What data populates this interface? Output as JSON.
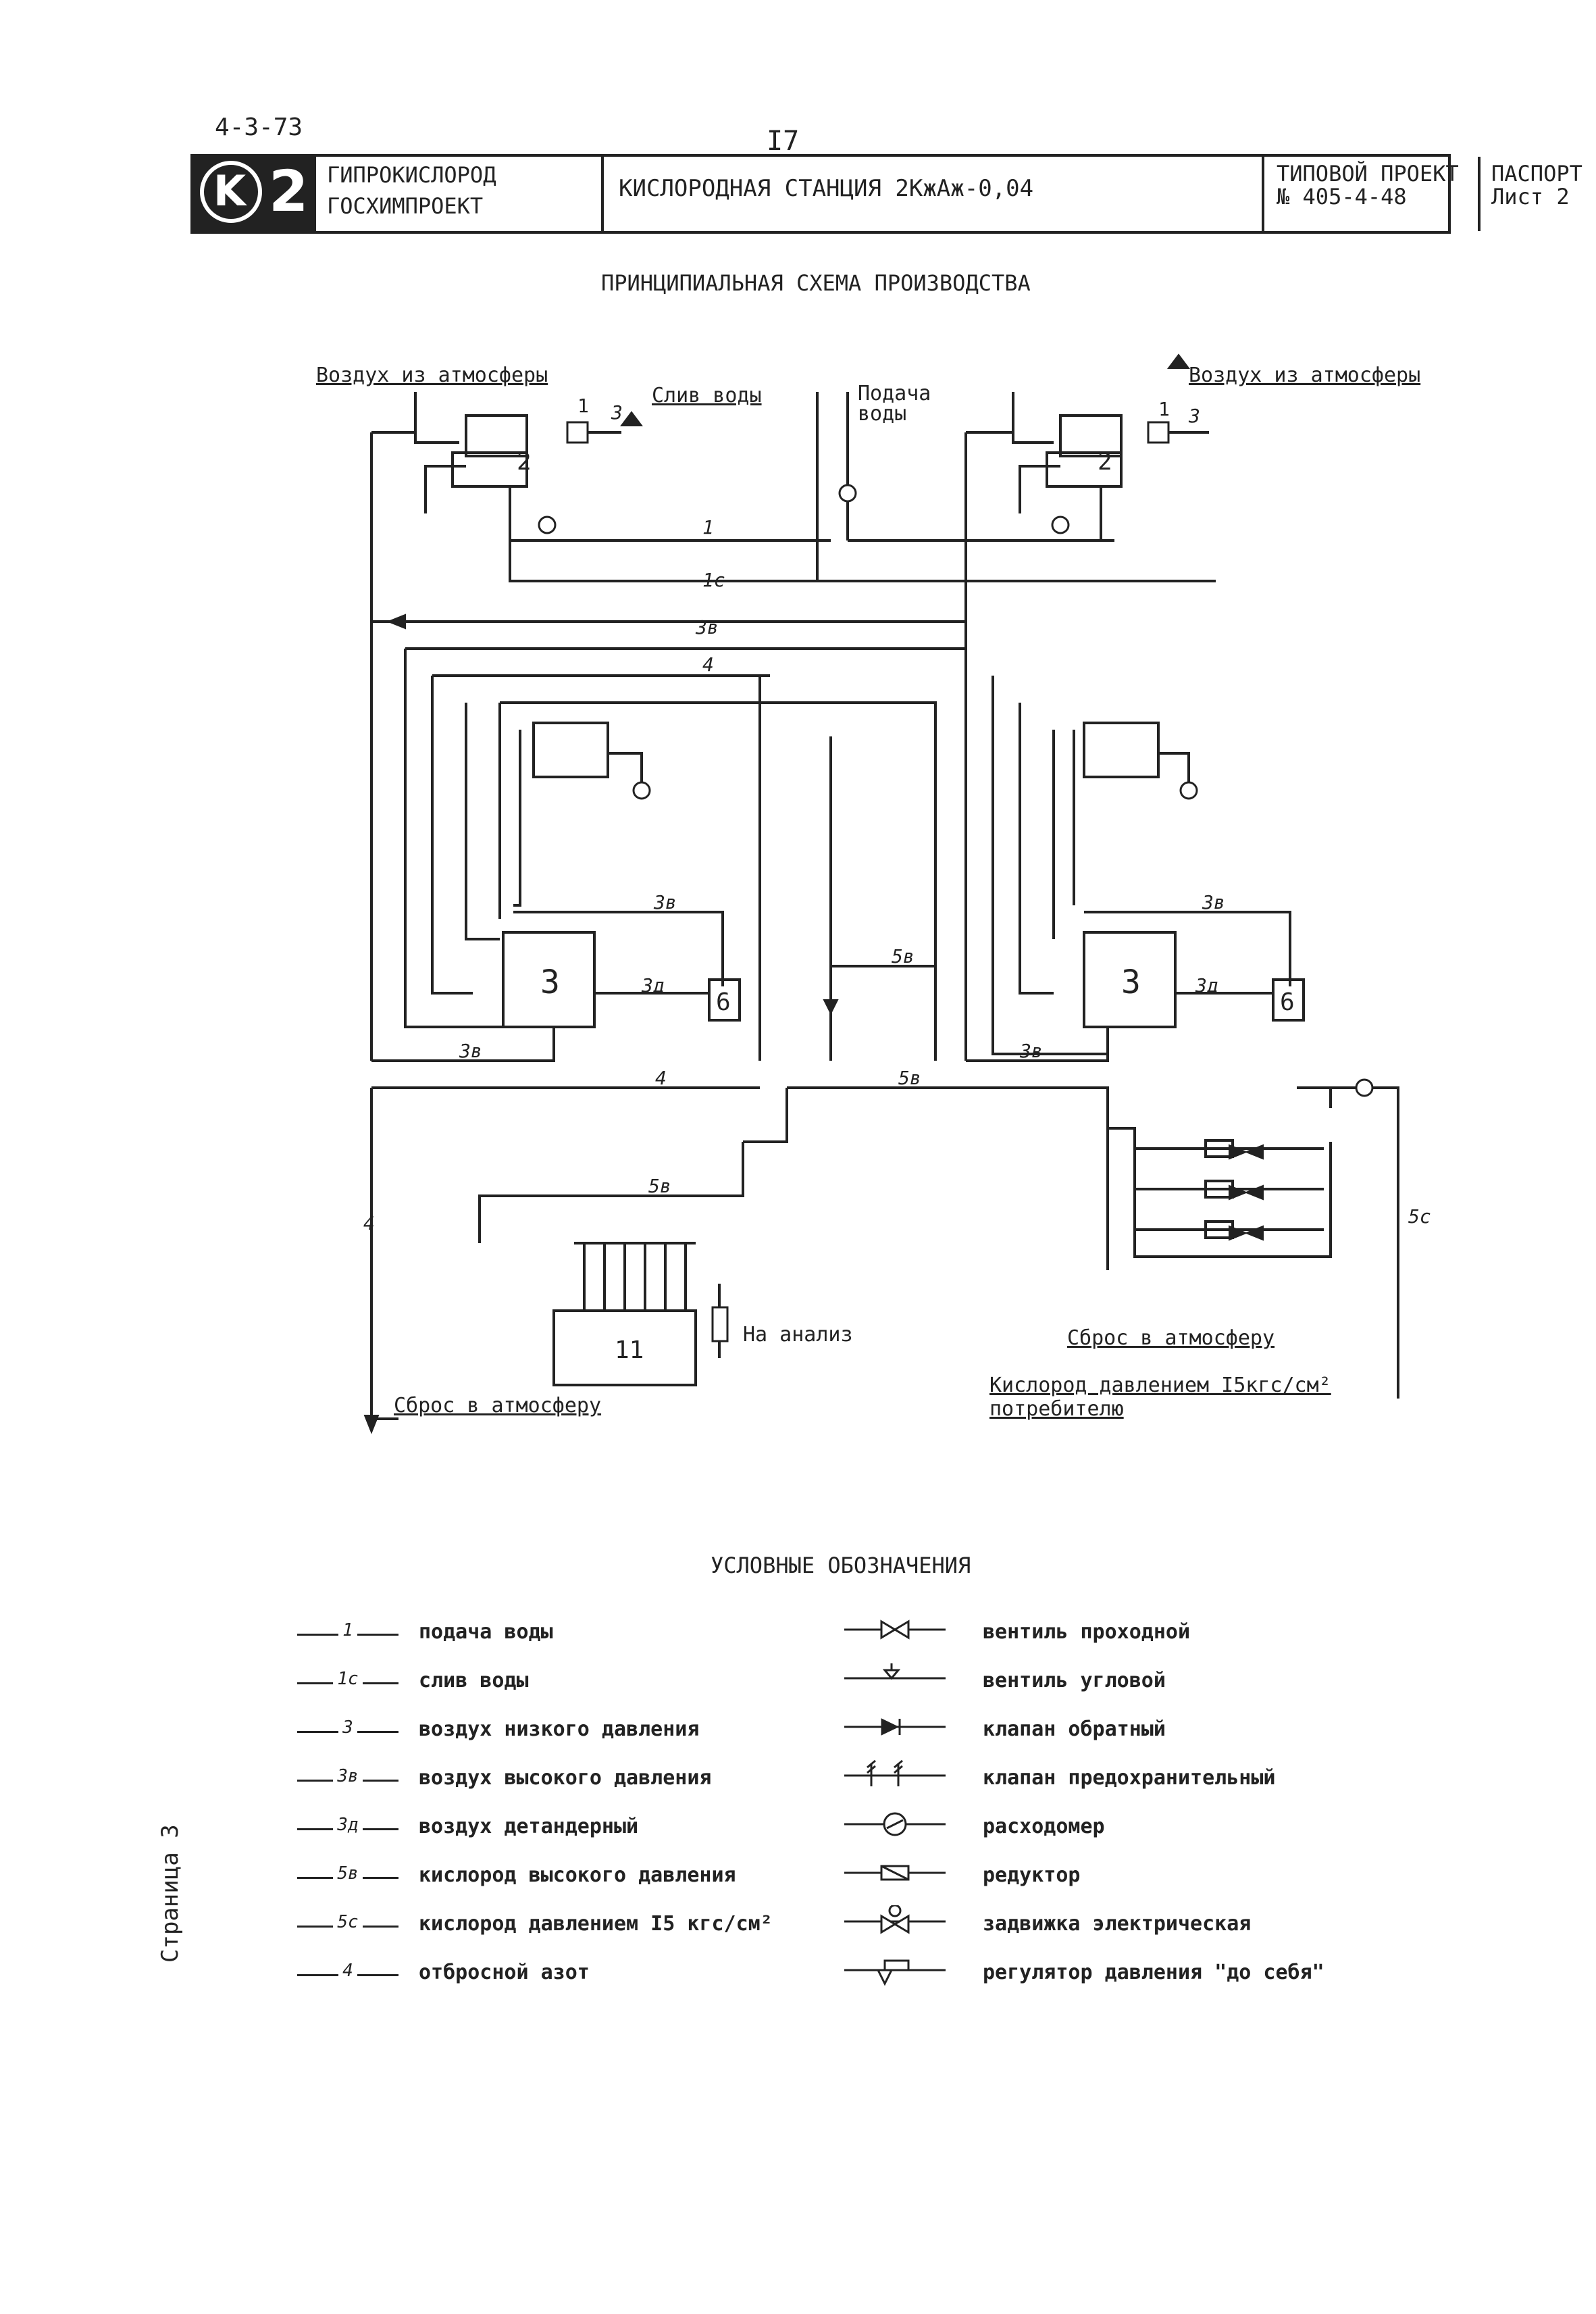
{
  "header": {
    "doc_code": "4-3-73",
    "page_number": "I7",
    "logo_digit": "2",
    "org_line1": "ГИПРОКИСЛОРОД",
    "org_line2": "ГОСХИМПРОЕКТ",
    "project_title": "КИСЛОРОДНАЯ СТАНЦИЯ 2КжАж-0,04",
    "typical_line1": "ТИПОВОЙ ПРОЕКТ",
    "typical_line2": "№ 405-4-48",
    "passport_line1": "ПАСПОРТ",
    "passport_line2": "Лист 2"
  },
  "scheme": {
    "title": "ПРИНЦИПИАЛЬНАЯ СХЕМА ПРОИЗВОДСТВА",
    "air_left": "Воздух из атмосферы",
    "air_right": "Воздух из атмосферы",
    "water_drain": "Слив воды",
    "water_supply_1": "Подача",
    "water_supply_2": "воды",
    "to_analysis": "На анализ",
    "vent_right": "Сброс в атмосферу",
    "vent_left": "Сброс в атмосферу",
    "consumer_1": "Кислород давлением I5кгс/см²",
    "consumer_2": "потребителю",
    "unit_labels": {
      "u1": "1",
      "u2": "2",
      "u3": "3",
      "u6": "6",
      "u11": "11"
    },
    "line_labels": {
      "l1": "1",
      "l1c": "1с",
      "l3": "3",
      "l3v": "3в",
      "l3d": "3д",
      "l4": "4",
      "l5v": "5в",
      "l5c": "5с"
    }
  },
  "legend": {
    "title": "УСЛОВНЫЕ ОБОЗНАЧЕНИЯ",
    "lines": [
      {
        "code": "1",
        "text": "подача воды"
      },
      {
        "code": "1с",
        "text": "слив воды"
      },
      {
        "code": "3",
        "text": "воздух низкого давления"
      },
      {
        "code": "3в",
        "text": "воздух высокого давления"
      },
      {
        "code": "3д",
        "text": "воздух детандерный"
      },
      {
        "code": "5в",
        "text": "кислород высокого давления"
      },
      {
        "code": "5с",
        "text": "кислород давлением I5 кгс/см²"
      },
      {
        "code": "4",
        "text": "отбросной азот"
      }
    ],
    "symbols": [
      {
        "icon": "gate-valve-icon",
        "text": "вентиль проходной"
      },
      {
        "icon": "angle-valve-icon",
        "text": "вентиль угловой"
      },
      {
        "icon": "check-valve-icon",
        "text": "клапан обратный"
      },
      {
        "icon": "safety-valve-icon",
        "text": "клапан предохранительный"
      },
      {
        "icon": "flowmeter-icon",
        "text": "расходомер"
      },
      {
        "icon": "reducer-icon",
        "text": "редуктор"
      },
      {
        "icon": "electric-gate-icon",
        "text": "задвижка электрическая"
      },
      {
        "icon": "pressure-regulator-icon",
        "text": "регулятор давления \"до себя\""
      }
    ]
  },
  "side_note": "Страница 3"
}
